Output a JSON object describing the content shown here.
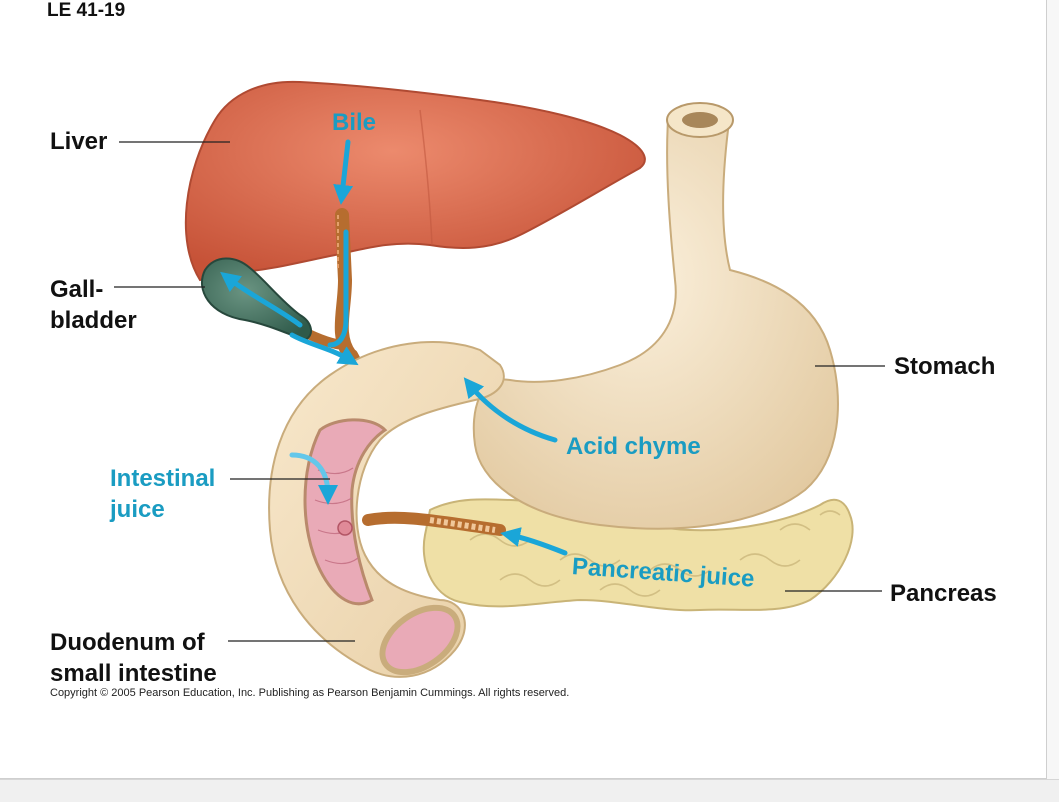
{
  "figure_id": "LE 41-19",
  "labels": {
    "liver": "Liver",
    "gallbladder": "Gall-\nbladder",
    "stomach": "Stomach",
    "intestinal_juice": "Intestinal\njuice",
    "pancreas": "Pancreas",
    "duodenum": "Duodenum of\nsmall intestine"
  },
  "flow_labels": {
    "bile": "Bile",
    "acid_chyme": "Acid chyme",
    "pancreatic_juice": "Pancreatic juice"
  },
  "copyright": "Copyright © 2005 Pearson Education, Inc. Publishing as Pearson Benjamin Cummings. All rights reserved.",
  "colors": {
    "liver": "#d9674a",
    "gallbladder": "#3e6e5e",
    "stomach": "#f1dfbf",
    "pancreas": "#efe0a6",
    "duct": "#b66d2f",
    "mucosa": "#e9aab7",
    "flow_arrow": "#1aa6d8",
    "flow_text": "#1a9cc2"
  }
}
